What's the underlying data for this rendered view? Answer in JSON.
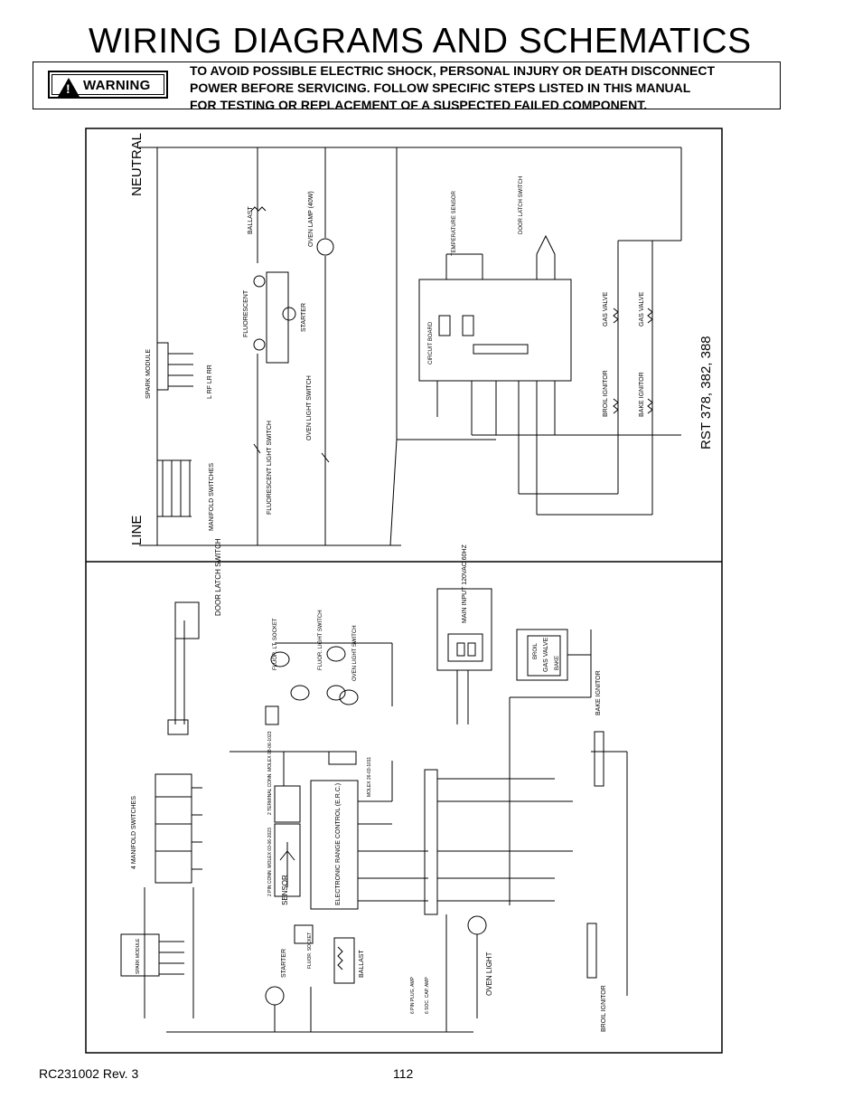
{
  "page_title": "WIRING DIAGRAMS AND SCHEMATICS",
  "warning": {
    "badge_label": "WARNING",
    "lines": [
      "TO AVOID POSSIBLE ELECTRIC SHOCK, PERSONAL INJURY OR DEATH DISCONNECT",
      "POWER BEFORE SERVICING.  FOLLOW SPECIFIC STEPS LISTED IN THIS MANUAL",
      "FOR TESTING OR REPLACEMENT OF A SUSPECTED FAILED COMPONENT."
    ]
  },
  "schematic": {
    "neutral_label": "NEUTRAL",
    "line_label": "LINE",
    "model_label": "RST 378, 382, 388",
    "ballast": "BALLAST",
    "oven_lamp": "OVEN LAMP (40W)",
    "fluorescent": "FLUORESCENT",
    "starter": "STARTER",
    "spark_module": "SPARK MODULE",
    "spark_pins": "L  RF  LR  RR",
    "manifold_switches": "MANIFOLD SWITCHES",
    "fluorescent_light_switch": "FLUORESCENT LIGHT SWITCH",
    "oven_light_switch": "OVEN LIGHT SWITCH",
    "temperature_sensor": "TEMPERATURE SENSOR",
    "door_latch_switch": "DOOR LATCH SWITCH",
    "circuit_board": "CIRCUIT BOARD",
    "gas_valve": "GAS VALVE",
    "broil_ignitor": "BROIL IGNITOR",
    "bake_ignitor": "BAKE IGNITOR"
  },
  "wiring": {
    "door_latch_switch": "DOOR LATCH SWITCH",
    "floor_light_socket": "FLUOR. LT. SOCKET",
    "fluor_light_switch": "FLUOR. LIGHT SWITCH",
    "oven_light_switch": "OVEN LIGHT SWITCH",
    "main_input": "MAIN INPUT 120VAC 60HZ",
    "broil": "BROIL",
    "gas_valve": "GAS VALVE",
    "bake": "BAKE",
    "bake_ignitor": "BAKE IGNITOR",
    "broil_ignitor": "BROIL IGNITOR",
    "manifold_switches": "4 MANIFOLD SWITCHES",
    "erc": "ELECTRONIC RANGE CONTROL (E.R.C.)",
    "sensor": "SENSOR",
    "starter": "STARTER",
    "ballast": "BALLAST",
    "oven_light": "OVEN LIGHT",
    "spark_module": "SPARK MODULE",
    "conn_2pin": "2 PIN CONN. MOLEX 03-06-2023",
    "conn_2term": "2 TERMINAL CONN. MOLEX 03-06-1023",
    "molex_26": "MOLEX 26-03-1011",
    "fluor_socket": "FLUOR. SOCKET",
    "plug_6pin": "6 PIN PLUG, AMP",
    "plug_6soc": "6 SOC. CAP, AMP"
  },
  "footer": {
    "doc_id": "RC231002  Rev. 3",
    "page_number": "112"
  }
}
